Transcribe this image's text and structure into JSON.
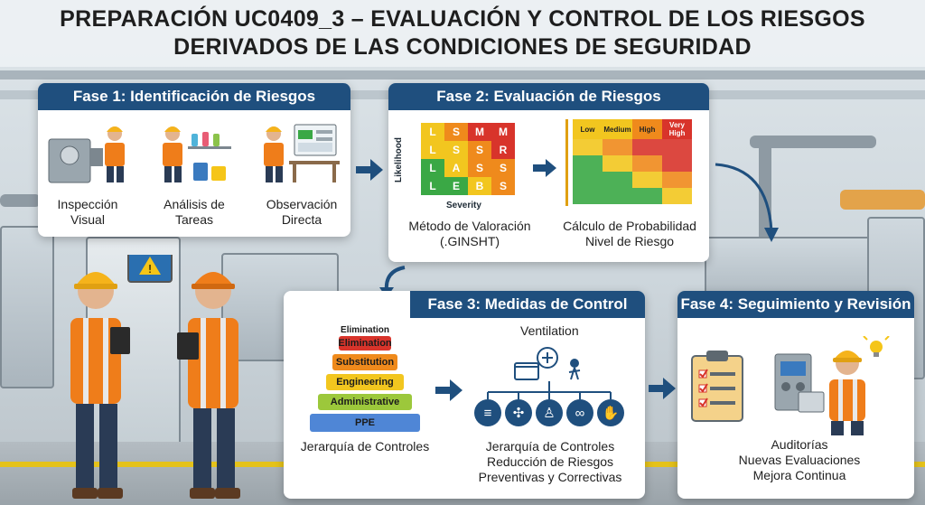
{
  "title": {
    "line1": "PREPARACIÓN UC0409_3 – EVALUACIÓN Y CONTROL DE LOS RIESGOS",
    "line2": "DERIVADOS DE LAS CONDICIONES DE SEGURIDAD"
  },
  "colors": {
    "panel_header": "#1f4f7e",
    "arrow": "#1f4f7e",
    "risk_green": "#3aa845",
    "risk_yellow": "#f2c61f",
    "risk_orange": "#ef8a1c",
    "risk_red": "#d8342b"
  },
  "fase1": {
    "header": "Fase 1: Identificación de Riesgos",
    "items": [
      {
        "line1": "Inspección",
        "line2": "Visual",
        "icon": "machine-inspection-icon"
      },
      {
        "line1": "Análisis de",
        "line2": "Tareas",
        "icon": "task-analysis-icon"
      },
      {
        "line1": "Observación",
        "line2": "Directa",
        "icon": "direct-observation-icon"
      }
    ]
  },
  "fase2": {
    "header": "Fase 2: Evaluación de Riesgos",
    "matrix": {
      "ylabel": "Likelihood",
      "xlabel": "Severity",
      "rows": [
        [
          "L",
          "S",
          "M",
          "M"
        ],
        [
          "L",
          "S",
          "S",
          "R"
        ],
        [
          "L",
          "A",
          "S",
          "S"
        ],
        [
          "L",
          "E",
          "B",
          "S"
        ]
      ]
    },
    "heat_labels": [
      "Low",
      "Medium",
      "High",
      "Very High"
    ],
    "left_caption": {
      "line1": "Método de Valoración",
      "line2": "(.GINSHT)"
    },
    "right_caption": {
      "line1": "Cálculo de Probabilidad",
      "line2": "Nivel de Riesgo"
    }
  },
  "fase3": {
    "header": "Fase 3: Medidas de Control",
    "pyramid": [
      "Elimination",
      "Elimination",
      "Substitution",
      "Engineering",
      "Administrative",
      "PPE"
    ],
    "pyramid_caption": "Jerarquía de Controles",
    "ventilation_label": "Ventilation",
    "right_caption": {
      "line1": "Jerarquía de Controles",
      "line2": "Reducción de Riesgos",
      "line3": "Preventivas y Correctivas"
    },
    "control_icons": [
      "barrier-icon",
      "ventilation-icon",
      "worker-ppe-icon",
      "goggles-icon",
      "gloves-icon"
    ]
  },
  "fase4": {
    "header": "Fase 4: Seguimiento y Revisión",
    "caption": {
      "line1": "Auditorías",
      "line2": "Nuevas Evaluaciones",
      "line3": "Mejora Continua"
    }
  }
}
